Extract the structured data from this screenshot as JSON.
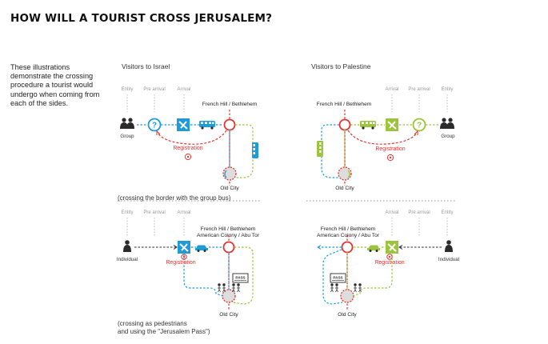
{
  "title": "HOW WILL A TOURIST CROSS JERUSALEM?",
  "intro": "These illustrations demonstrate the crossing procedure a tourist would undergo when coming from each of the sides.",
  "panels": {
    "israel": {
      "heading": "Visitors to Israel"
    },
    "palestine": {
      "heading": "Visitors to Palestine"
    }
  },
  "stages": {
    "entity": "Entity",
    "pre_arrival": "Pre arrival",
    "arrival": "Arrival"
  },
  "places": {
    "north": "French Hill / Bethlehem",
    "north_ped_line2": "American Colony / Abu Tor",
    "old_city": "Old City"
  },
  "labels": {
    "group": "Group",
    "individual": "Individual",
    "registration": "Registration",
    "pass": "PASS",
    "question": "?"
  },
  "notes": {
    "bus": "(crossing the border with the group bus)",
    "ped_line1": "(crossing as pedestrians",
    "ped_line2": "and using the \"Jerusalem Pass\")"
  },
  "colors": {
    "israel": "#1f9bd7",
    "palestine": "#9cc43c",
    "border": "#e8312f",
    "gray": "#9a9a9a",
    "dark": "#2b2b2b"
  }
}
